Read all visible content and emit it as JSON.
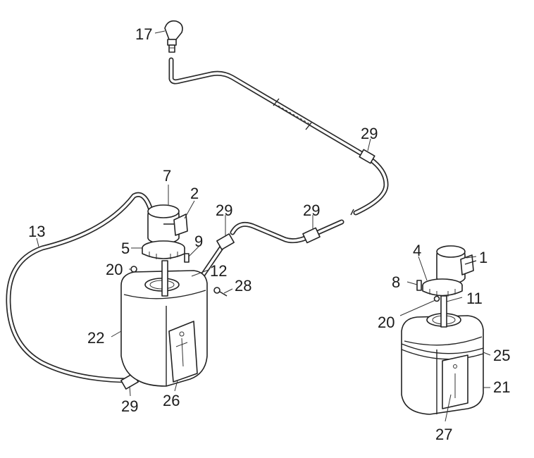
{
  "diagram": {
    "callouts": [
      {
        "id": "c17",
        "text": "17"
      },
      {
        "id": "c7",
        "text": "7"
      },
      {
        "id": "c2",
        "text": "2"
      },
      {
        "id": "c13",
        "text": "13"
      },
      {
        "id": "c5",
        "text": "5"
      },
      {
        "id": "c9",
        "text": "9"
      },
      {
        "id": "c20a",
        "text": "20"
      },
      {
        "id": "c12",
        "text": "12"
      },
      {
        "id": "c28",
        "text": "28"
      },
      {
        "id": "c22",
        "text": "22"
      },
      {
        "id": "c29a",
        "text": "29"
      },
      {
        "id": "c26",
        "text": "26"
      },
      {
        "id": "c29b",
        "text": "29"
      },
      {
        "id": "c29c",
        "text": "29"
      },
      {
        "id": "c29d",
        "text": "29"
      },
      {
        "id": "c4",
        "text": "4"
      },
      {
        "id": "c1",
        "text": "1"
      },
      {
        "id": "c8",
        "text": "8"
      },
      {
        "id": "c11",
        "text": "11"
      },
      {
        "id": "c20b",
        "text": "20"
      },
      {
        "id": "c25",
        "text": "25"
      },
      {
        "id": "c21",
        "text": "21"
      },
      {
        "id": "c27",
        "text": "27"
      }
    ]
  }
}
